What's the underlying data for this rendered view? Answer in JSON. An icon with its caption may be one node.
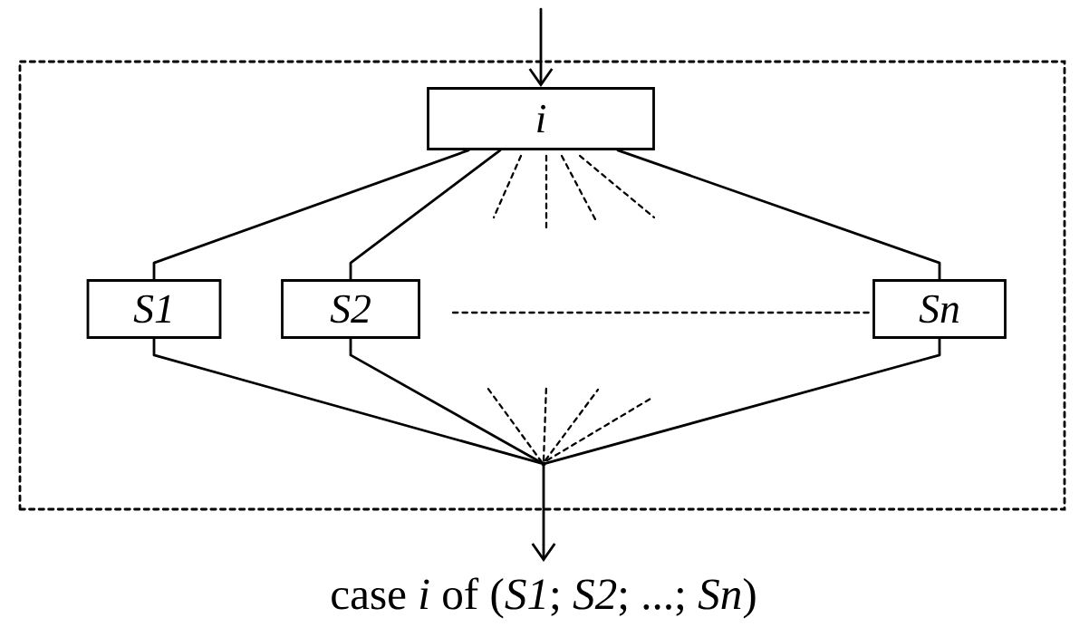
{
  "diagram": {
    "caption": "case *i* of (*S1*; *S2*; ...; *Sn*)",
    "nodes": [
      {
        "text": [],
        "shape": "box"
      },
      {
        "text": [
          "i"
        ],
        "in": 0
      },
      {
        "text": [
          "S1"
        ],
        "in": 0
      },
      {
        "text": [
          "S2"
        ],
        "in": 0
      },
      {
        "text": [
          "Sn"
        ],
        "in": 0
      },
      {
        "text": [],
        "shape": "point",
        "in": 0
      }
    ],
    "edges": [
      {
        "from": null,
        "to": 1,
        "arrow": "to"
      },
      {
        "from": 1,
        "to": 2,
        "arrow": "none"
      },
      {
        "from": 1,
        "to": 3,
        "arrow": "none"
      },
      {
        "from": 1,
        "to": 4,
        "arrow": "none"
      },
      {
        "from": 2,
        "to": 5,
        "arrow": "none"
      },
      {
        "from": 3,
        "to": 5,
        "arrow": "none"
      },
      {
        "from": 4,
        "to": 5,
        "arrow": "none"
      },
      {
        "from": 5,
        "to": null,
        "arrow": "to"
      }
    ]
  }
}
